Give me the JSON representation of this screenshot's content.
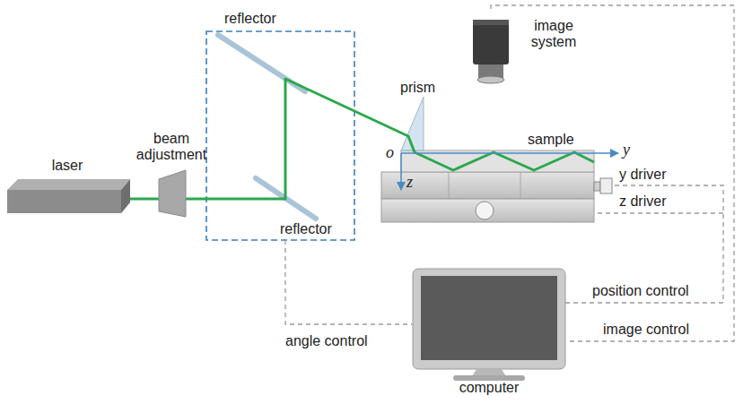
{
  "diagram": {
    "nodes": [
      {
        "text": [
          "image system"
        ]
      },
      {
        "text": [
          "laser"
        ]
      },
      {
        "text": [
          "beam adjustment"
        ]
      },
      {
        "text": [
          "computer"
        ]
      }
    ],
    "edges": [
      {
        "from": 3,
        "to": 0,
        "arrow": "none",
        "label": "image control"
      }
    ],
    "labels": [
      "reflector",
      "prism",
      "sample",
      "o",
      "y",
      "y driver",
      "z",
      "z driver",
      "reflector",
      "position control",
      "angle control"
    ]
  }
}
